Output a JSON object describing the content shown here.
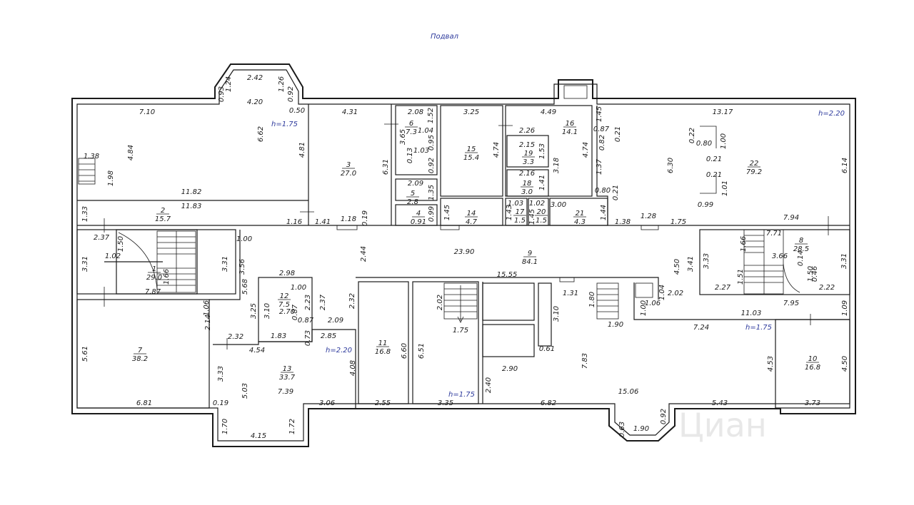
{
  "plan_title": "Подвал",
  "watermark": "Циан",
  "heights": {
    "h175": "h=1.75",
    "h220": "h=2.20"
  },
  "rooms": [
    {
      "num": "1",
      "area": "29.0"
    },
    {
      "num": "2",
      "area": "15.7"
    },
    {
      "num": "3",
      "area": "27.0"
    },
    {
      "num": "4",
      "area": "0.91"
    },
    {
      "num": "5",
      "area": "2.8"
    },
    {
      "num": "6",
      "area": "7.3"
    },
    {
      "num": "7",
      "area": "38.2"
    },
    {
      "num": "8",
      "area": "28.5"
    },
    {
      "num": "9",
      "area": "84.1"
    },
    {
      "num": "10",
      "area": "16.8"
    },
    {
      "num": "11",
      "area": "16.8"
    },
    {
      "num": "12",
      "area": "7.5"
    },
    {
      "num": "13",
      "area": "33.7"
    },
    {
      "num": "14",
      "area": "4.7"
    },
    {
      "num": "15",
      "area": "15.4"
    },
    {
      "num": "16",
      "area": "14.1"
    },
    {
      "num": "17",
      "area": "1.5"
    },
    {
      "num": "18",
      "area": "3.0"
    },
    {
      "num": "19",
      "area": "3.3"
    },
    {
      "num": "20",
      "area": "1.5"
    },
    {
      "num": "21",
      "area": "4.3"
    },
    {
      "num": "22",
      "area": "79.2"
    }
  ],
  "dimensions": [
    "2.42",
    "0.93",
    "1.24",
    "1.26",
    "0.92",
    "4.20",
    "0.50",
    "7.10",
    "6.62",
    "4.84",
    "4.81",
    "1.38",
    "1.98",
    "11.82",
    "11.83",
    "1.33",
    "4.31",
    "6.31",
    "2.08",
    "1.52",
    "3.65",
    "1.04",
    "1.03",
    "0.95",
    "0.13",
    "0.92",
    "2.09",
    "1.35",
    "0.99",
    "3.25",
    "4.74",
    "4.49",
    "2.26",
    "2.15",
    "1.53",
    "2.16",
    "1.41",
    "3.18",
    "1.45",
    "0.87",
    "0.21",
    "0.82",
    "4.74",
    "1.37",
    "0.80",
    "0.21",
    "13.17",
    "0.22",
    "0.80",
    "1.00",
    "0.21",
    "6.30",
    "0.21",
    "1.01",
    "0.99",
    "6.14",
    "1.45",
    "1.03",
    "1.02",
    "1.43",
    "1.45",
    "3.00",
    "1.44",
    "1.16",
    "1.41",
    "1.18",
    "0.19",
    "1.28",
    "1.38",
    "1.75",
    "7.94",
    "7.71",
    "1.66",
    "3.66",
    "3.33",
    "0.14",
    "3.41",
    "4.50",
    "3.31",
    "2.27",
    "1.51",
    "1.50",
    "0.46",
    "2.22",
    "2.37",
    "1.50",
    "1.02",
    "1.00",
    "3.31",
    "3.56",
    "1.66",
    "3.31",
    "7.87",
    "2.44",
    "23.90",
    "15.55",
    "5.68",
    "2.98",
    "1.00",
    "3.25",
    "3.10",
    "2.70",
    "2.23",
    "2.37",
    "2.32",
    "0.87",
    "2.09",
    "1.83",
    "0.87",
    "0.73",
    "2.85",
    "1.31",
    "1.04",
    "2.02",
    "1.80",
    "1.00",
    "1.06",
    "1.09",
    "11.03",
    "7.95",
    "7.24",
    "1.90",
    "3.10",
    "2.02",
    "1.75",
    "1.06",
    "2.14",
    "2.32",
    "4.54",
    "5.61",
    "6.81",
    "3.33",
    "5.03",
    "7.39",
    "0.19",
    "3.06",
    "4.08",
    "6.60",
    "6.51",
    "2.55",
    "3.35",
    "0.61",
    "2.90",
    "2.40",
    "7.83",
    "4.53",
    "4.50",
    "15.06",
    "6.82",
    "5.43",
    "3.73",
    "1.70",
    "4.15",
    "1.72",
    "0.63",
    "1.90",
    "0.92"
  ]
}
